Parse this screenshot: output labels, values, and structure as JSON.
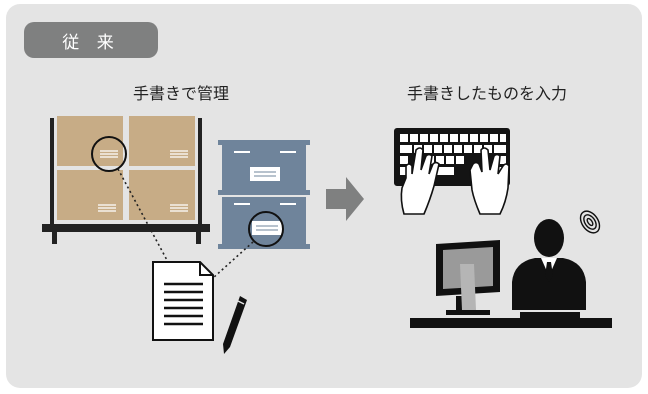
{
  "tag": {
    "label": "従 来"
  },
  "captions": {
    "manual": "手書きで管理",
    "input": "手書きしたものを入力"
  },
  "colors": {
    "panel_bg": "#e4e4e4",
    "tag_bg": "#7f8080",
    "box_tan": "#c7ac86",
    "cabinet_blue": "#6f849b",
    "arrow_gray": "#7f8080",
    "ink": "#1a1a1a"
  },
  "icons": [
    "pallet-boxes-icon",
    "filing-cabinet-icon",
    "paper-form-icon",
    "pen-icon",
    "arrow-right-icon",
    "keyboard-hands-icon",
    "office-worker-icon",
    "spiral-stress-icon"
  ]
}
